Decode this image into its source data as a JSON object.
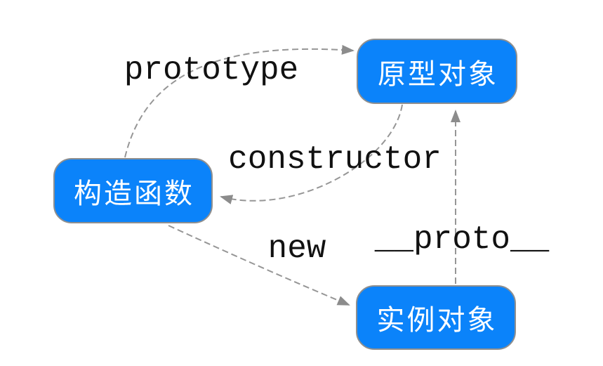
{
  "diagram": {
    "nodes": [
      {
        "id": "prototype-object",
        "label": "原型对象"
      },
      {
        "id": "constructor-function",
        "label": "构造函数"
      },
      {
        "id": "instance-object",
        "label": "实例对象"
      }
    ],
    "edges": [
      {
        "label": "prototype",
        "from": "构造函数",
        "to": "原型对象"
      },
      {
        "label": "constructor",
        "from": "原型对象",
        "to": "构造函数"
      },
      {
        "label": "new",
        "from": "构造函数",
        "to": "实例对象"
      },
      {
        "label": "__proto__",
        "from": "实例对象",
        "to": "原型对象"
      }
    ],
    "colors": {
      "background": "#ffffff",
      "node_fill": "#0b83fa",
      "node_border": "#8f8f8f",
      "node_text": "#ffffff",
      "edge_line": "#969696",
      "edge_arrow": "#8c8c8c",
      "label_text": "#111111"
    }
  }
}
